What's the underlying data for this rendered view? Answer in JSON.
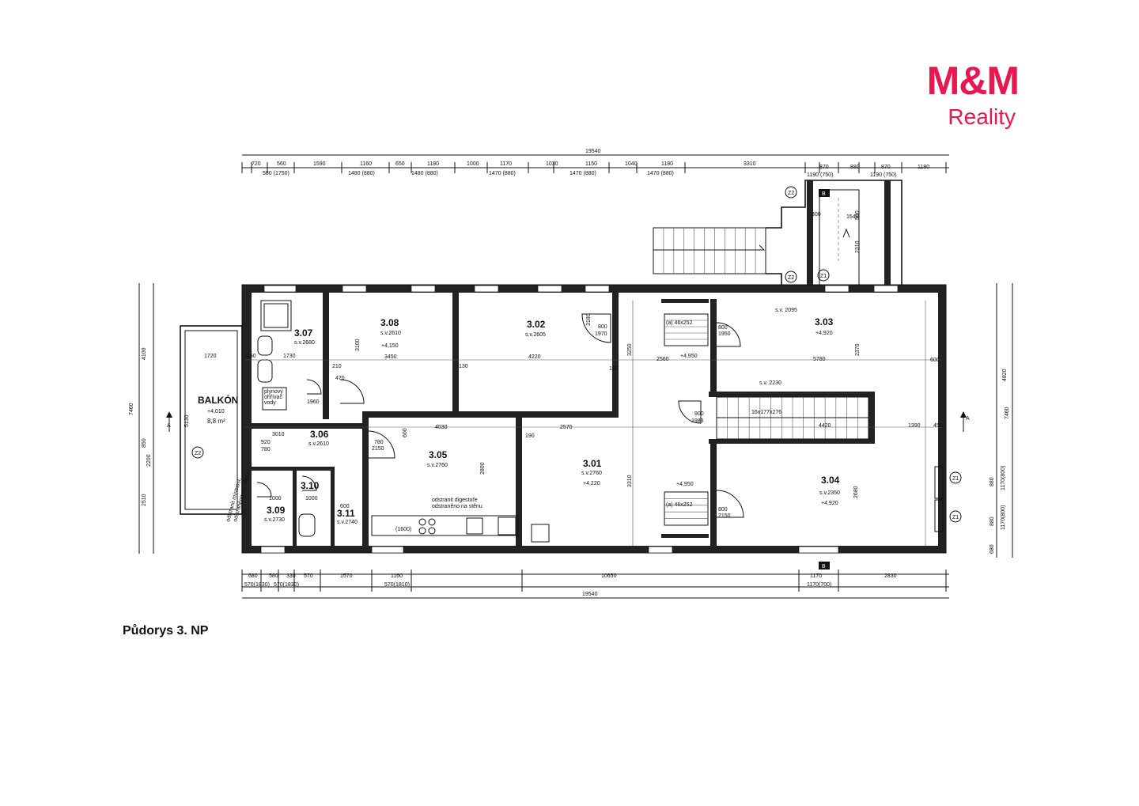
{
  "brand": {
    "logo_top": "M&M",
    "logo_bottom": "Reality",
    "color": "#e8174f"
  },
  "caption": "Půdorys 3. NP",
  "rooms": [
    {
      "id": "3.07",
      "sv": "s.v.2680"
    },
    {
      "id": "3.08",
      "sv": "s.v.2610",
      "level": "+4,150"
    },
    {
      "id": "3.02",
      "sv": "s.v.2605"
    },
    {
      "id": "3.03",
      "sv": "s.v. 2095",
      "level": "+4,920"
    },
    {
      "id": "3.06",
      "sv": "s.v.2610"
    },
    {
      "id": "3.05",
      "sv": "s.v.2760"
    },
    {
      "id": "3.01",
      "sv": "s.v.2760",
      "level": "+4,220"
    },
    {
      "id": "3.04",
      "sv": "s.v.2350",
      "level": "+4,920"
    },
    {
      "id": "3.10"
    },
    {
      "id": "3.09",
      "sv": "s.v.2730"
    },
    {
      "id": "3.11",
      "sv": "s.v.2740"
    }
  ],
  "balcony": {
    "label": "BALKÓN",
    "level": "+4,010",
    "area": "8,8 m²"
  },
  "levels": {
    "stair_top": "+4,950",
    "stair_bottom": "+4,950",
    "stair_sv": "s.v. 2230",
    "stair_steps": "16x177x276"
  },
  "notes": {
    "kitchen": [
      "odstranit digestoře",
      "odstraněno na stěnu"
    ],
    "kitchen_width": "(1600)",
    "stair_lower": "(a) 46x252",
    "stair_upper": "(a) 46x252",
    "shower": [
      "plynový",
      "ohřívač",
      "vody"
    ],
    "wc_wall": [
      "odstranit místnost,",
      "odstraněno na stěnu"
    ]
  },
  "markers": {
    "section_a": "A",
    "section_b": "B",
    "z1": "Z1",
    "z2": "Z2"
  },
  "dims": {
    "top_total": "19540",
    "top_row1": [
      "720",
      "560",
      "1590",
      "1160",
      "650",
      "1180",
      "1000",
      "1170",
      "1030",
      "1150",
      "1040",
      "1180",
      "3310"
    ],
    "top_row2": [
      "580 (1750)",
      "1480 (880)",
      "1480 (880)",
      "1470 (880)",
      "1470 (880)",
      "1470 (880)"
    ],
    "top_right": [
      "870",
      "880",
      "870",
      "1180"
    ],
    "top_right2": [
      "1190 (750)",
      "1190 (750)"
    ],
    "bottom_row1": [
      "680",
      "580",
      "330",
      "570",
      "1570",
      "1160",
      "10650",
      "1170",
      "2830"
    ],
    "bottom_row2": [
      "570(1830)",
      "570(1830)",
      "570(1810)",
      "1170(700)"
    ],
    "bottom_total": "19540",
    "left": [
      "4100",
      "7460",
      "5130",
      "850",
      "2200",
      "2510"
    ],
    "right": [
      "4820",
      "7460",
      "880",
      "1170(800)",
      "880",
      "1170(800)",
      "680"
    ],
    "interior": [
      "1720",
      "450",
      "1730",
      "3450",
      "4220",
      "2560",
      "5780",
      "600",
      "3010",
      "4030",
      "2570",
      "4420",
      "1390",
      "450",
      "3310",
      "2800",
      "2680",
      "3250",
      "2370",
      "3100",
      "3180",
      "1540",
      "2310",
      "500",
      "300",
      "160",
      "130",
      "190",
      "210",
      "470",
      "600"
    ],
    "doors": [
      "800",
      "1970",
      "900",
      "1985",
      "800",
      "1950",
      "800",
      "2150",
      "780",
      "2150",
      "920",
      "780",
      "1000",
      "1000",
      "600",
      "1960"
    ]
  }
}
